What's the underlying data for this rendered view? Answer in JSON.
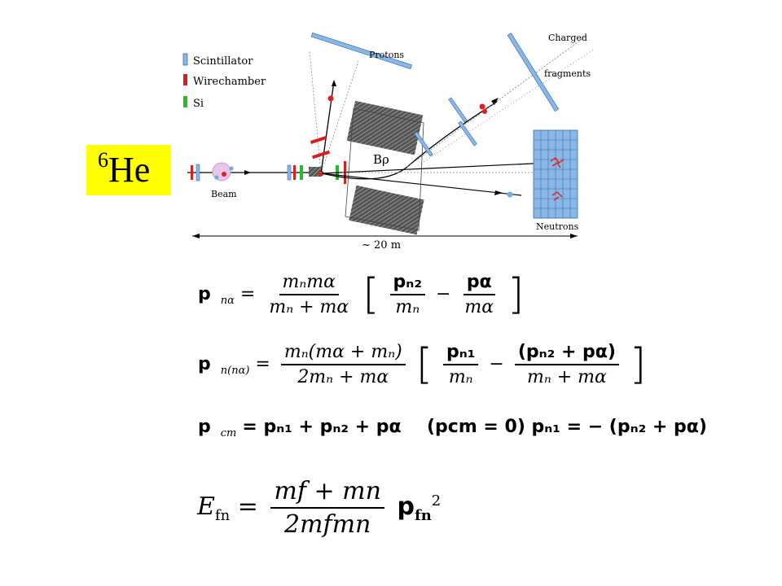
{
  "legend": {
    "scintillator": "Scintillator",
    "wirechamber": "Wirechamber",
    "si": "Si"
  },
  "labels": {
    "protons": "Protons",
    "charged": "Charged",
    "fragments": "fragments",
    "bp": "Bρ",
    "beam": "Beam",
    "neutrons": "Neutrons",
    "distance": "~ 20 m"
  },
  "projectile": {
    "mass_number": "6",
    "symbol": "He"
  },
  "colors": {
    "scintillator": "#8ab8e6",
    "wirechamber": "#d62020",
    "si": "#22c022",
    "highlight": "#ffff00"
  },
  "equations": {
    "eq1": {
      "lhs": "p",
      "lhs_sub": "nα",
      "num": "mₙmα",
      "den": "mₙ + mα",
      "t1_num": "pₙ₂",
      "t1_den": "mₙ",
      "op": "−",
      "t2_num": "pα",
      "t2_den": "mα"
    },
    "eq2": {
      "lhs": "p",
      "lhs_sub": "n(nα)",
      "num": "mₙ(mα + mₙ)",
      "den": "2mₙ + mα",
      "t1_num": "pₙ₁",
      "t1_den": "mₙ",
      "op": "−",
      "t2_num": "(pₙ₂ + pα)",
      "t2_den": "mₙ + mα"
    },
    "eq3": {
      "lhs": "p",
      "lhs_sub": "cm",
      "rhs": "= pₙ₁ + pₙ₂ + pα",
      "cond": "(pcm = 0) pₙ₁ = − (pₙ₂ + pα)"
    },
    "eq4": {
      "lhs": "E",
      "lhs_sub": "fn",
      "num": "mf + mn",
      "den": "2mfmn",
      "rhs": "p",
      "rhs_sub": "fn",
      "rhs_sup": "2"
    }
  }
}
